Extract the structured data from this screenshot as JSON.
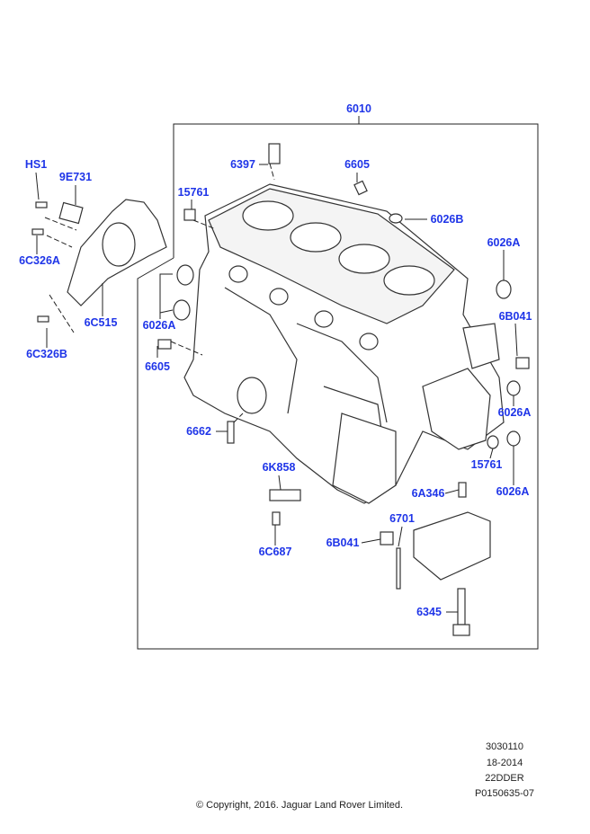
{
  "diagram": {
    "frame_label": "6010",
    "callouts": [
      "6397",
      "6605",
      "15761",
      "6026B",
      "6026A",
      "6B041",
      "6026A",
      "6605",
      "6026A",
      "15761",
      "6026A",
      "6662",
      "6K858",
      "6C687",
      "6A346",
      "6701",
      "6B041",
      "6345",
      "HS1",
      "9E731",
      "6C326A",
      "6C515",
      "6C326B"
    ]
  },
  "meta": {
    "lines": [
      "3030110",
      "18-2014",
      "22DDER",
      "P0150635-07"
    ]
  },
  "copyright": "© Copyright, 2016. Jaguar Land Rover Limited.",
  "colors": {
    "callout": "#1f35e8",
    "line": "#222222"
  }
}
